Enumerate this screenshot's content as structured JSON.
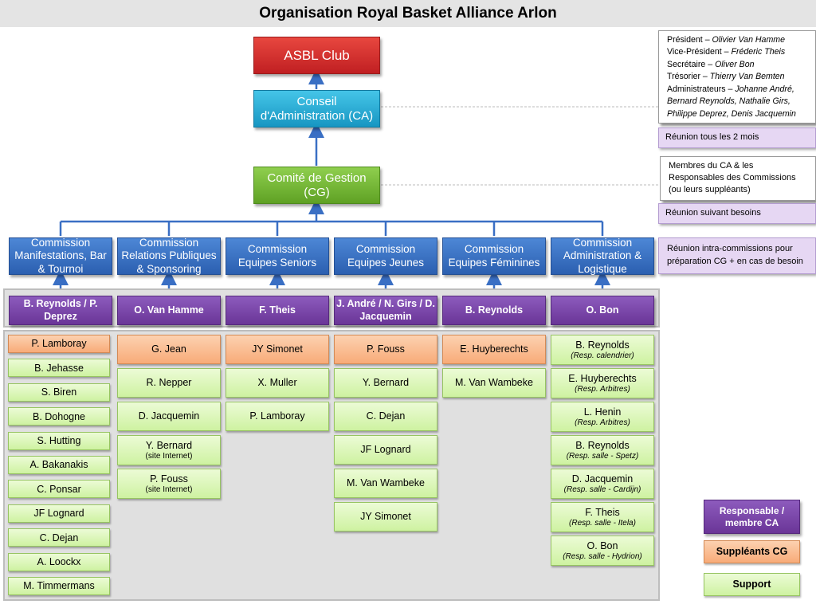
{
  "title": "Organisation Royal Basket Alliance Arlon",
  "top": {
    "asbl": "ASBL Club",
    "ca": [
      "Conseil",
      "d'Administration (CA)"
    ],
    "cg": [
      "Comité de Gestion",
      "(CG)"
    ]
  },
  "info": {
    "ca_members": [
      {
        "role": "Président – ",
        "name": "Olivier Van Hamme"
      },
      {
        "role": "Vice-Président – ",
        "name": "Fréderic Theis"
      },
      {
        "role": "Secrétaire – ",
        "name": "Oliver Bon"
      },
      {
        "role": "Trésorier – ",
        "name": "Thierry Van Bemten"
      },
      {
        "role": "Administrateurs – ",
        "name": "Johanne André,"
      },
      {
        "role": "",
        "name": "Bernard Reynolds, Nathalie Girs,"
      },
      {
        "role": "",
        "name": "Philippe Deprez, Denis Jacquemin"
      }
    ],
    "ca_meeting": "Réunion tous les 2 mois",
    "cg_members": [
      "Membres du CA & les",
      "Responsables des Commissions",
      "(ou leurs suppléants)"
    ],
    "cg_meeting": "Réunion suivant besoins",
    "comm_meeting": [
      "Réunion intra-commissions pour",
      "préparation CG + en cas de besoin"
    ]
  },
  "commissions": [
    {
      "name": [
        "Commission",
        "Manifestations, Bar",
        "& Tournoi"
      ],
      "responsable": [
        "B. Reynolds / P.",
        "Deprez"
      ],
      "suppleants": [
        {
          "name": "P. Lamboray"
        }
      ],
      "support": [
        {
          "name": "B. Jehasse"
        },
        {
          "name": "S. Biren"
        },
        {
          "name": "B. Dohogne"
        },
        {
          "name": "S. Hutting"
        },
        {
          "name": "A. Bakanakis"
        },
        {
          "name": "C. Ponsar"
        },
        {
          "name": "JF Lognard"
        },
        {
          "name": "C. Dejan"
        },
        {
          "name": "A. Loockx"
        },
        {
          "name": "M. Timmermans"
        }
      ]
    },
    {
      "name": [
        "Commission",
        "Relations Publiques",
        "& Sponsoring"
      ],
      "responsable": [
        "O. Van Hamme"
      ],
      "suppleants": [
        {
          "name": "G. Jean"
        }
      ],
      "support": [
        {
          "name": "R. Nepper"
        },
        {
          "name": "D. Jacquemin"
        },
        {
          "name": "Y. Bernard",
          "note": "(site Internet)"
        },
        {
          "name": "P. Fouss",
          "note": "(site Internet)"
        }
      ]
    },
    {
      "name": [
        "Commission",
        "Equipes Seniors"
      ],
      "responsable": [
        "F. Theis"
      ],
      "suppleants": [
        {
          "name": "JY Simonet"
        }
      ],
      "support": [
        {
          "name": "X. Muller"
        },
        {
          "name": "P. Lamboray"
        }
      ]
    },
    {
      "name": [
        "Commission",
        "Equipes Jeunes"
      ],
      "responsable": [
        "J. André / N. Girs / D.",
        "Jacquemin"
      ],
      "suppleants": [
        {
          "name": "P. Fouss"
        }
      ],
      "support": [
        {
          "name": "Y. Bernard"
        },
        {
          "name": "C. Dejan"
        },
        {
          "name": "JF Lognard"
        },
        {
          "name": "M. Van Wambeke"
        },
        {
          "name": "JY Simonet"
        }
      ]
    },
    {
      "name": [
        "Commission",
        "Equipes Féminines"
      ],
      "responsable": [
        "B. Reynolds"
      ],
      "suppleants": [
        {
          "name": "E. Huyberechts"
        }
      ],
      "support": [
        {
          "name": "M. Van Wambeke"
        }
      ]
    },
    {
      "name": [
        "Commission",
        "Administration &",
        "Logistique"
      ],
      "responsable": [
        "O. Bon"
      ],
      "suppleants": [],
      "support": [
        {
          "name": "B. Reynolds",
          "note": "(Resp. calendrier)"
        },
        {
          "name": "E. Huyberechts",
          "note": "(Resp. Arbitres)"
        },
        {
          "name": "L. Henin",
          "note": "(Resp. Arbitres)"
        },
        {
          "name": "B. Reynolds",
          "note": "(Resp. salle - Spetz)"
        },
        {
          "name": "D. Jacquemin",
          "note": "(Resp. salle - Cardijn)"
        },
        {
          "name": "F. Theis",
          "note": "(Resp. salle - Itela)"
        },
        {
          "name": "O. Bon",
          "note": "(Resp. salle - Hydrion)"
        }
      ]
    }
  ],
  "legend": {
    "responsable": [
      "Responsable /",
      "membre CA"
    ],
    "suppleants": "Suppléants CG",
    "support": "Support"
  },
  "colors": {
    "asbl": "#d42f2f",
    "ca": "#2bb0dd",
    "cg": "#78b93a",
    "commission": "#3c74c6",
    "responsable": "#7a45a8",
    "suppleant": "#f9bd92",
    "support": "#dcf7bb",
    "connector": "#3a6fc4"
  }
}
